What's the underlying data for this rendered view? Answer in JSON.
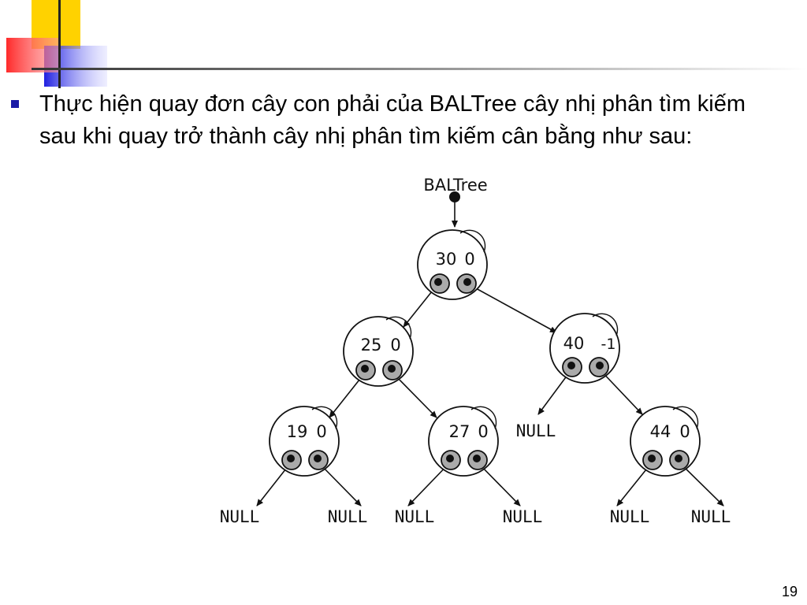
{
  "slide": {
    "bullet_text": "Thực hiện quay đơn cây con phải của BALTree cây nhị phân tìm kiếm sau khi quay trở thành cây nhị phân tìm kiếm cân bằng như sau:",
    "page_number": "19"
  },
  "colors": {
    "accent_yellow": "#ffd200",
    "accent_red": "#ff4040",
    "accent_blue": "#2a2ae0",
    "bullet": "#1a1aa6"
  },
  "diagram": {
    "root_pointer_label": "BALTree",
    "nodes": [
      {
        "key": "30",
        "balance": "0"
      },
      {
        "key": "25",
        "balance": "0"
      },
      {
        "key": "40",
        "balance": "-1"
      },
      {
        "key": "19",
        "balance": "0"
      },
      {
        "key": "27",
        "balance": "0"
      },
      {
        "key": "44",
        "balance": "0"
      }
    ],
    "null_label": "NULL"
  }
}
